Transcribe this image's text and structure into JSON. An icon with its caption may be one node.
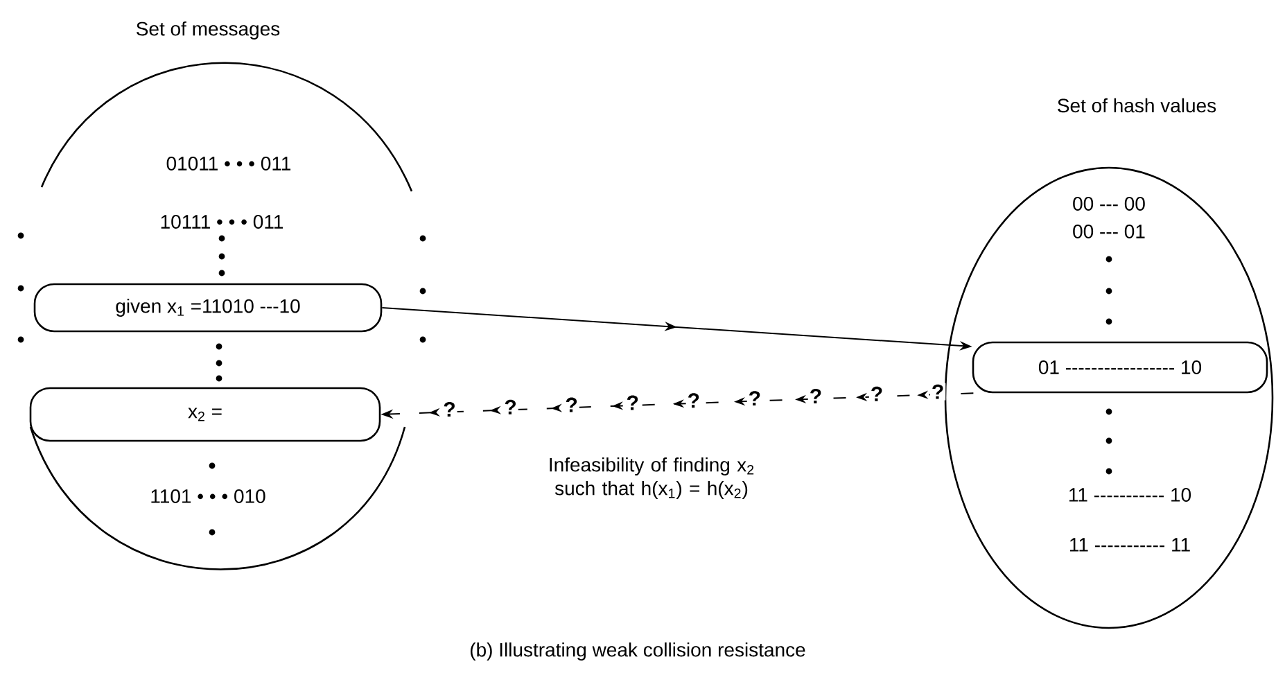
{
  "diagram": {
    "caption": "(b) Illustrating weak collision resistance",
    "nodes": [
      {
        "text": [
          "Set of messages"
        ]
      },
      {
        "text": [
          "given x$_{1}$ =11010 ---10"
        ]
      },
      {
        "text": [
          "x$_{2}$ ="
        ]
      },
      {
        "text": [
          "Set of hash values"
        ]
      },
      {
        "text": [
          "01 ----------------- 10"
        ]
      }
    ],
    "edges": [
      {
        "from": 1,
        "to": 4,
        "arrow": "to"
      },
      {
        "from": 4,
        "to": 2,
        "arrow": "to",
        "style": "dashed"
      }
    ],
    "labels": [
      "01011 • • • 011",
      "10111 • • • 011",
      "1101 • • • 010",
      "00 --- 00",
      "00 --- 01",
      "11 ----------- 10",
      "11 ----------- 11",
      "?",
      "?",
      "?",
      "?",
      "?",
      "?",
      "?",
      "?",
      "?",
      "Infeasibility of finding x$_{2}$ such that h(x$_{1}$) = h(x$_{2}$)"
    ]
  }
}
